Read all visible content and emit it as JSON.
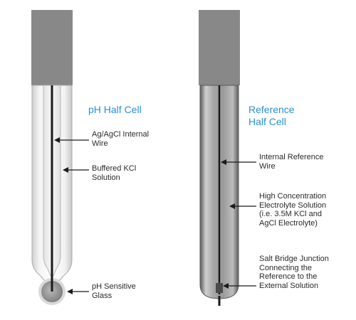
{
  "ph_cell": {
    "title": "pH Half Cell",
    "labels": {
      "internal_wire": [
        "Ag/AgCl Internal",
        "Wire"
      ],
      "buffered_kcl": [
        "Buffered KCl",
        "Solution"
      ],
      "sensitive_glass": [
        "pH Sensitive",
        "Glass"
      ]
    }
  },
  "reference_cell": {
    "title": [
      "Reference",
      "Half Cell"
    ],
    "labels": {
      "internal_wire": [
        "Internal Reference",
        "Wire"
      ],
      "electrolyte": [
        "High Concentration",
        "Electrolyte Solution",
        "(i.e. 3.5M KCl and",
        "AgCl Electrolyte)"
      ],
      "salt_bridge": [
        "Salt Bridge Junction",
        "Connecting the",
        "Reference to the",
        "External Solution"
      ]
    }
  },
  "colors": {
    "title_blue": "#2b8fd6",
    "cap_gray": "#888888",
    "wire_dark": "#1a1a1a",
    "text": "#2a2a2a"
  }
}
